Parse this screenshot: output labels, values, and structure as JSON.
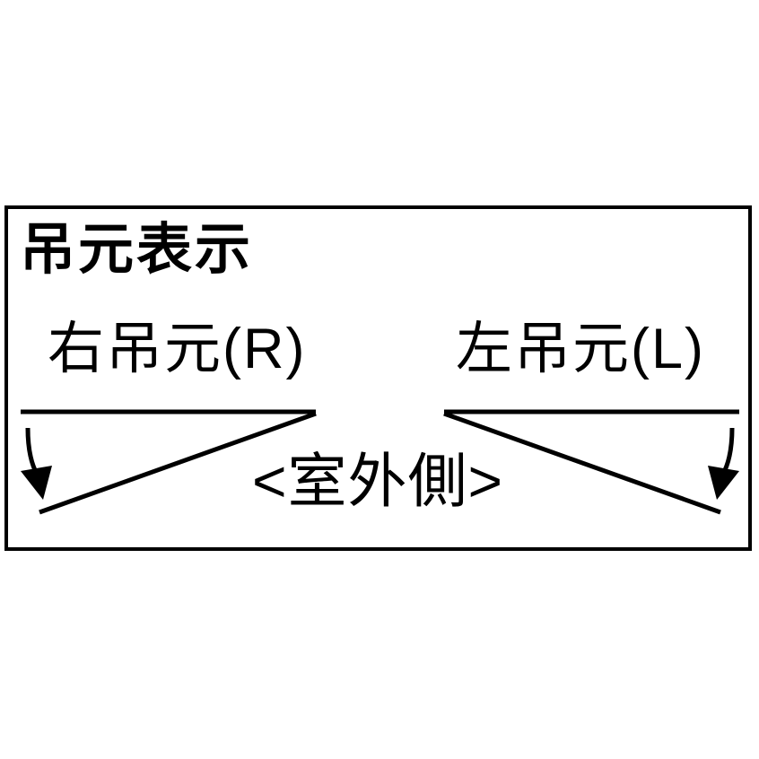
{
  "page": {
    "background": "#ffffff"
  },
  "diagram": {
    "title": "吊元表示",
    "left_panel": {
      "label": "右吊元(R)"
    },
    "right_panel": {
      "label": "左吊元(L)"
    },
    "center_label": "<室外側>",
    "colors": {
      "line": "#000000",
      "text": "#000000",
      "frame_border": "#000000",
      "background": "#ffffff"
    },
    "icons": [
      "door-swing-right-hinge-icon",
      "door-swing-left-hinge-icon"
    ]
  }
}
